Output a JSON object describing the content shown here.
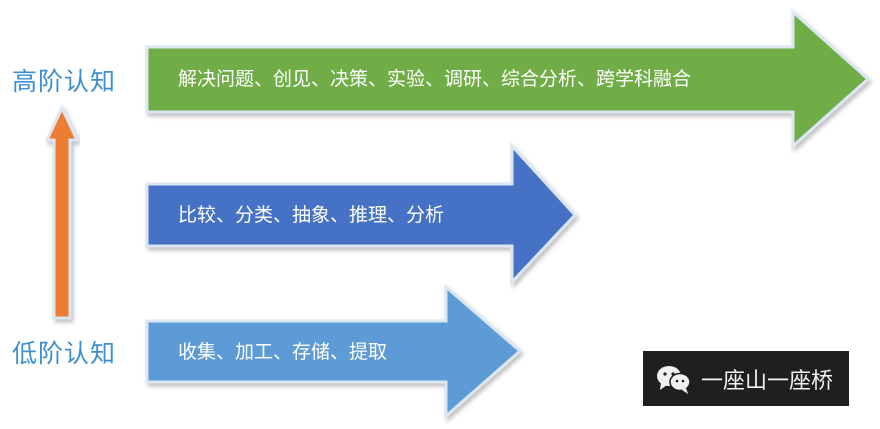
{
  "labels": {
    "high": "高阶认知",
    "low": "低阶认知"
  },
  "arrows": [
    {
      "level": "high",
      "text": "解决问题、创见、决策、实验、调研、综合分析、跨学科融合",
      "color": "#70ad47"
    },
    {
      "level": "middle",
      "text": "比较、分类、抽象、推理、分析",
      "color": "#4472c4"
    },
    {
      "level": "low",
      "text": "收集、加工、存储、提取",
      "color": "#5b9bd5"
    }
  ],
  "progression_arrow": {
    "color": "#ed7d31",
    "direction": "up",
    "icon": "up-arrow-icon"
  },
  "watermark": {
    "icon": "wechat-icon",
    "text": "一座山一座桥"
  },
  "colors": {
    "label": "#3d8fd1",
    "arrow_outline": "#dbe6f2",
    "watermark_bg": "#1f1f1f"
  }
}
